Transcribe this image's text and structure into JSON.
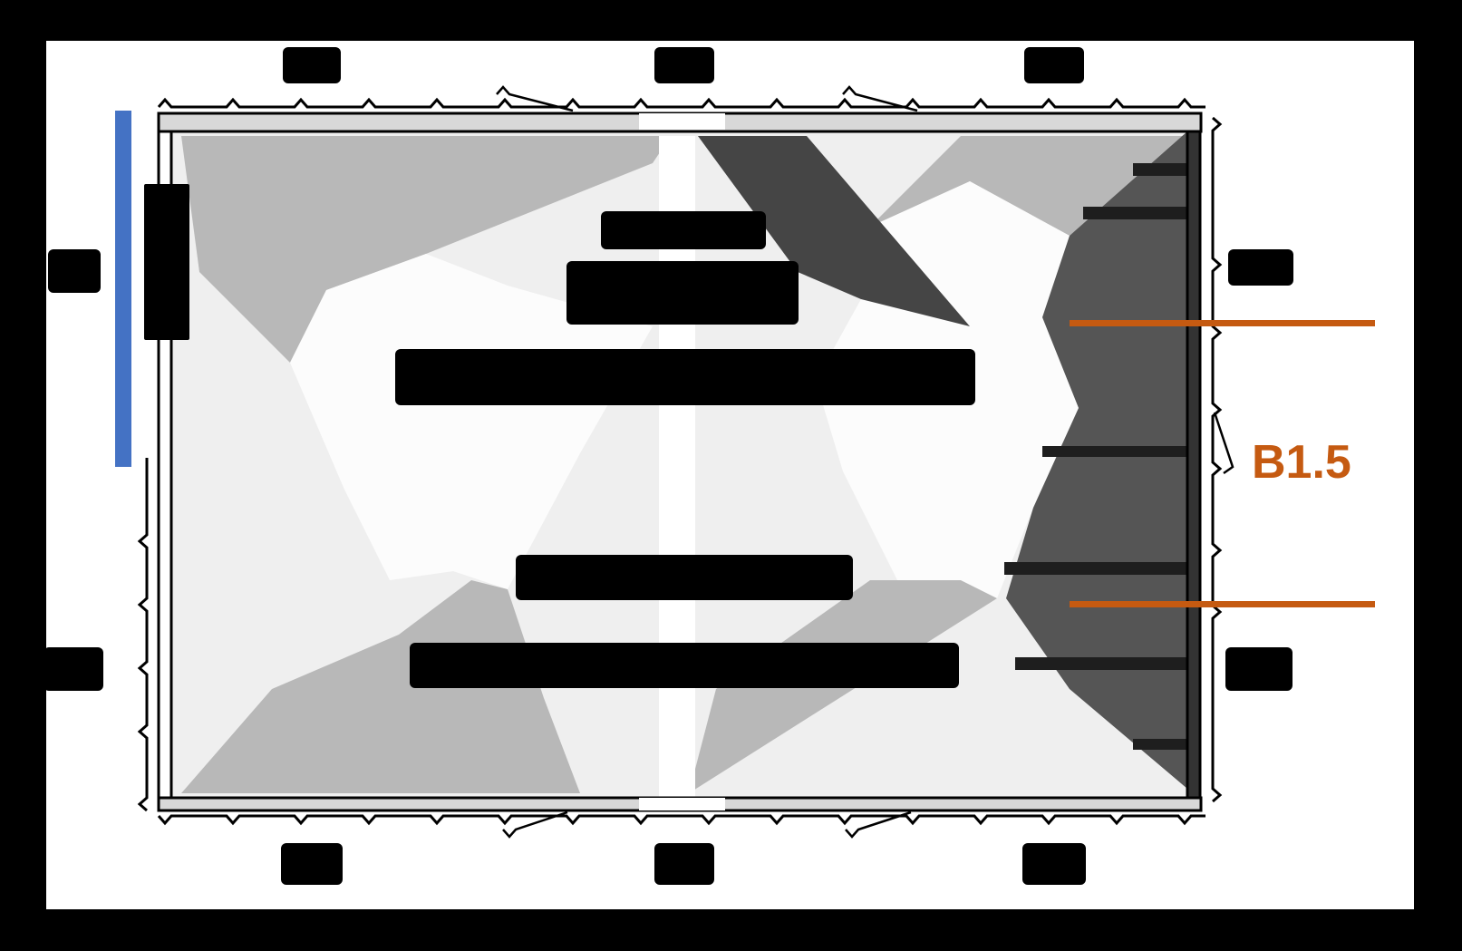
{
  "colors": {
    "background": "#000000",
    "panel": "#FFFFFF",
    "accent_orange": "#C55A11",
    "marker_blue": "#4472C4",
    "region_light": "#EFEFEF",
    "region_gray": "#B8B8B8",
    "region_dark": "#555555"
  },
  "labels": {
    "right_marker": "B1.5"
  },
  "redacted_regions": [
    {
      "id": "top-left-label",
      "note": "obscured by black block"
    },
    {
      "id": "top-center-label",
      "note": "obscured by black block"
    },
    {
      "id": "top-right-label",
      "note": "obscured by black block"
    },
    {
      "id": "left-upper-label",
      "note": "obscured by black block"
    },
    {
      "id": "left-lower-label",
      "note": "obscured by black block"
    },
    {
      "id": "right-upper-label",
      "note": "obscured by black block"
    },
    {
      "id": "right-lower-label",
      "note": "obscured by black block"
    },
    {
      "id": "bottom-left-label",
      "note": "obscured by black block"
    },
    {
      "id": "bottom-center-label",
      "note": "obscured by black block"
    },
    {
      "id": "bottom-right-label",
      "note": "obscured by black block"
    },
    {
      "id": "center-title-line-1",
      "note": "obscured by black block"
    },
    {
      "id": "center-title-line-2",
      "note": "obscured by black block"
    },
    {
      "id": "center-title-line-3",
      "note": "obscured by black block"
    },
    {
      "id": "center-lower-line-1",
      "note": "obscured by black block"
    },
    {
      "id": "center-lower-line-2",
      "note": "obscured by black block"
    },
    {
      "id": "left-inner-box",
      "note": "obscured by black block"
    }
  ]
}
